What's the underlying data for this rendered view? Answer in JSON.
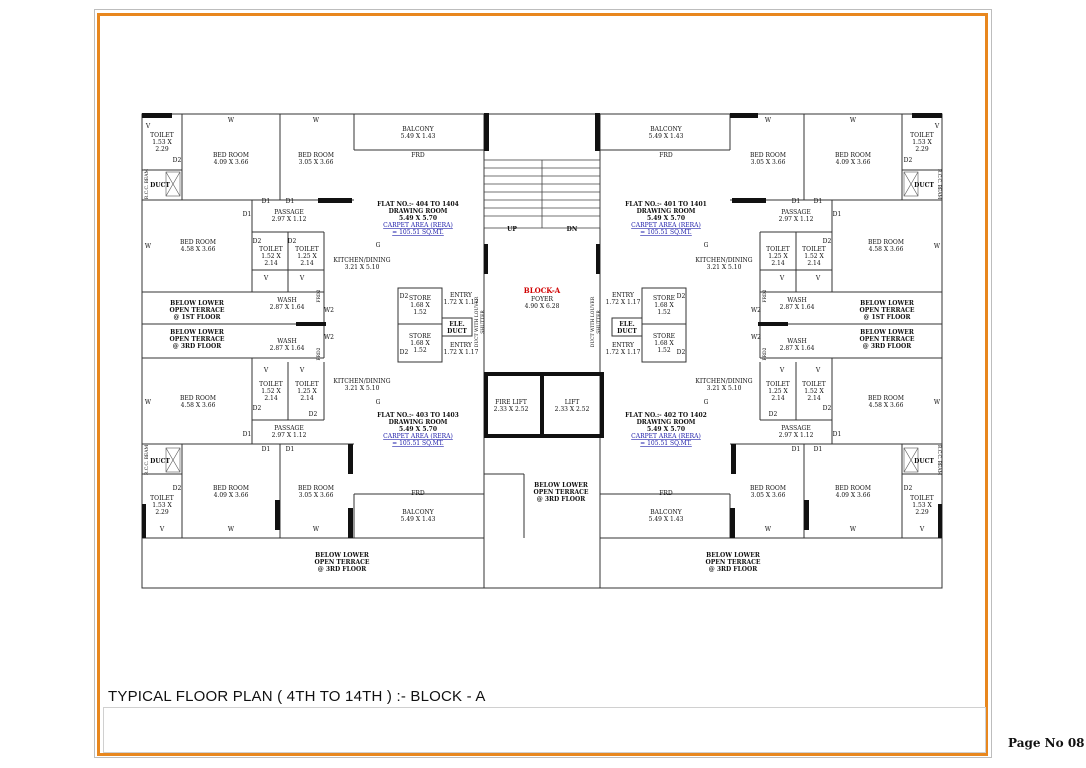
{
  "sheet": {
    "title": "TYPICAL FLOOR PLAN ( 4TH TO 14TH ) :- BLOCK - A",
    "page_no": "Page No 08"
  },
  "colors": {
    "frame": "#e8871e",
    "wall": "#111111",
    "block_label": "#d00000",
    "rera": "#1a1aa8"
  },
  "labels": {
    "balcony": "BALCONY",
    "balcony_size": "5.49 X 1.43",
    "frd": "FRD",
    "frd2": "FRD2",
    "bedroom": "BED ROOM",
    "br_409": "4.09 X 3.66",
    "br_305": "3.05 X 3.66",
    "br_458": "4.58 X 3.66",
    "toilet": "TOILET",
    "t_153a": "1.53 X",
    "t_153b": "2.29",
    "t_152a": "1.52 X",
    "t_125a": "1.25 X",
    "t_214": "2.14",
    "passage": "PASSAGE",
    "passage_size": "2.97 X 1.12",
    "wash": "WASH",
    "wash_size": "2.87 X 1.64",
    "kitchen": "KITCHEN/DINING",
    "kitchen_size": "3.21 X 5.10",
    "store": "STORE",
    "store_a": "1.68 X",
    "store_b": "1.52",
    "entry": "ENTRY",
    "entry_size": "1.72 X 1.17",
    "elec": "ELE.",
    "duct": "DUCT",
    "duct_long": "DUCT WITH LOUVER",
    "duct_long2": "SHUTTER",
    "rcc_beam": "R.C.C. BEAM",
    "terrace_l1": "BELOW LOWER",
    "terrace_l2": "OPEN TERRACE",
    "terrace_1st": "@ 1ST FLOOR",
    "terrace_3rd": "@ 3RD FLOOR",
    "up": "UP",
    "dn": "DN",
    "block": "BLOCK-A",
    "foyer": "FOYER",
    "foyer_size": "4.90 X 6.28",
    "fire_lift": "FIRE LIFT",
    "lift": "LIFT",
    "lift_size": "2.33 X 2.52",
    "drawing_room": "DRAWING ROOM",
    "drawing_size": "5.49 X 5.70",
    "carpet1": "CARPET AREA (RERA)",
    "carpet2": "= 105.51 SQ.MT.",
    "w": "W",
    "v": "V",
    "d1": "D1",
    "d2": "D2",
    "g": "G",
    "w2": "W2"
  },
  "flats": [
    {
      "name": "FLAT NO.:- 404 TO 1404",
      "position": "top-left"
    },
    {
      "name": "FLAT NO.:- 401 TO 1401",
      "position": "top-right"
    },
    {
      "name": "FLAT NO.:- 403 TO 1403",
      "position": "bottom-left"
    },
    {
      "name": "FLAT NO.:- 402 TO 1402",
      "position": "bottom-right"
    }
  ]
}
